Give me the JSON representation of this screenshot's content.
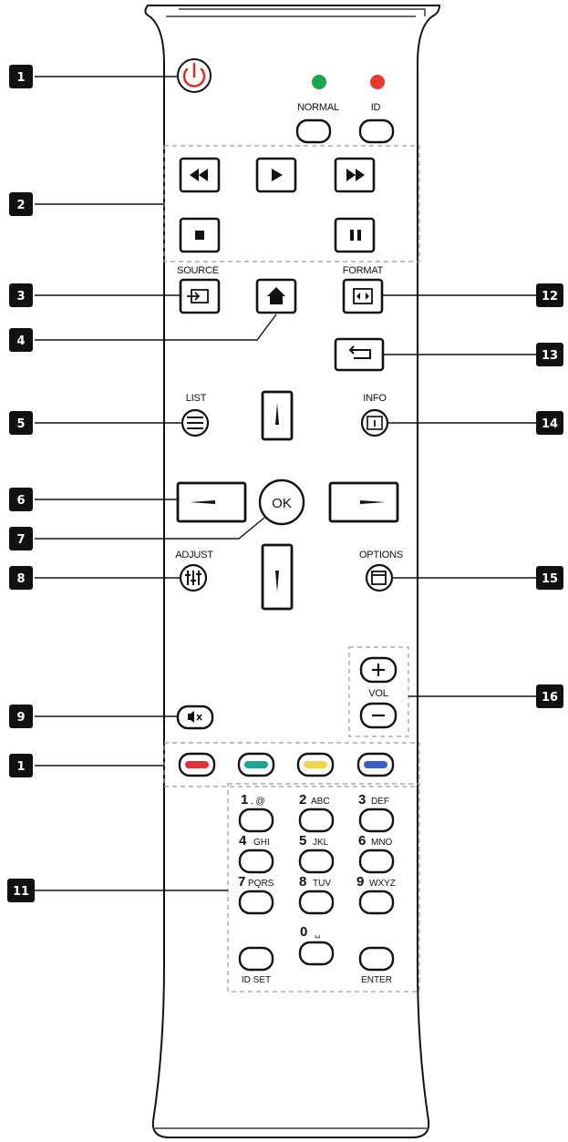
{
  "labels": {
    "normal": "NORMAL",
    "id": "ID",
    "source": "SOURCE",
    "format": "FORMAT",
    "list": "LIST",
    "info": "INFO",
    "ok": "OK",
    "adjust": "ADJUST",
    "options": "OPTIONS",
    "vol": "VOL",
    "id_set": "ID SET",
    "enter": "ENTER"
  },
  "callouts": [
    "1",
    "2",
    "3",
    "4",
    "5",
    "6",
    "7",
    "8",
    "9",
    "1",
    "11",
    "12",
    "13",
    "14",
    "15",
    "16"
  ],
  "keypad": [
    {
      "digit": "1",
      "sub": ". @"
    },
    {
      "digit": "2",
      "sub": "ABC"
    },
    {
      "digit": "3",
      "sub": "DEF"
    },
    {
      "digit": "4",
      "sub": "GHI"
    },
    {
      "digit": "5",
      "sub": "JKL"
    },
    {
      "digit": "6",
      "sub": "MNO"
    },
    {
      "digit": "7",
      "sub": "PQRS"
    },
    {
      "digit": "8",
      "sub": "TUV"
    },
    {
      "digit": "9",
      "sub": "WXYZ"
    },
    {
      "digit": "0",
      "sub": "␣"
    }
  ],
  "colors": {
    "led_green": "#1aa64a",
    "led_red": "#e8392f",
    "power": "#e02828",
    "color_key_red": "#e0303a",
    "color_key_green": "#1fa58f",
    "color_key_yellow": "#f0d54a",
    "color_key_blue": "#3a5ec8"
  }
}
